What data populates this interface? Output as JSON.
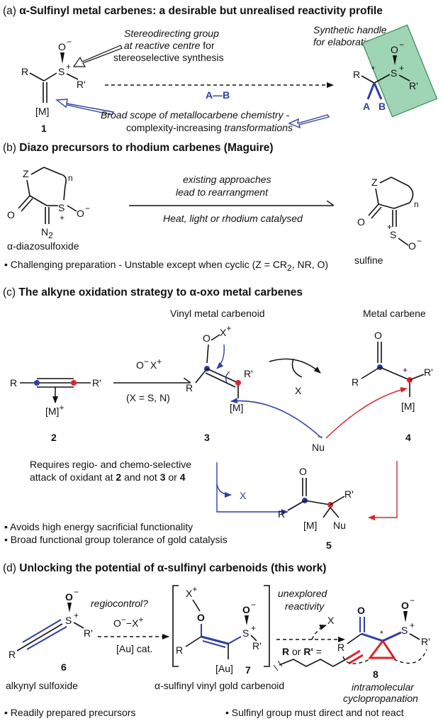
{
  "section_a": {
    "heading_prefix": "(a) ",
    "heading_bold": "α-Sulfinyl metal carbenes: a desirable but unrealised reactivity profile",
    "note1_line1": "Stereodirecting group",
    "note1_line2_it": "at reactive centre",
    "note1_line2_rest": " for",
    "note1_line3": "stereoselective synthesis",
    "note2_line1": "Synthetic handle",
    "note2_line2": "for elaboration",
    "note3_line1": "Broad scope of metallocarbene chemistry -",
    "note3_line2_a": "complexity-increasing ",
    "note3_line2_b": "transformations",
    "ab_label": "A—B",
    "compound": "1",
    "atoms": {
      "R": "R",
      "S": "S",
      "plus": "+",
      "O": "O",
      "minus": "−",
      "Rp": "R'",
      "M": "[M]",
      "A": "A",
      "B": "B",
      "star": "*"
    }
  },
  "section_b": {
    "heading_prefix": "(b) ",
    "heading_bold": "Diazo precursors to rhodium carbenes (Maguire)",
    "arrow_top1": "existing approaches",
    "arrow_top2": "lead to rearrangment",
    "arrow_bottom": "Heat, light or rhodium catalysed",
    "left_name": "α-diazosulfoxide",
    "right_name": "sulfine",
    "bullet": "• Challenging preparation - Unstable except when cyclic (Z = CR",
    "bullet_sub": "2",
    "bullet_tail": ", NR, O)",
    "atoms": {
      "Z": "Z",
      "n": "n",
      "O": "O",
      "S": "S",
      "N2": "N",
      "N2sub": "2"
    }
  },
  "section_c": {
    "heading_prefix": "(c) ",
    "heading_bold": "The alkyne oxidation strategy to α-oxo metal carbenes",
    "label_vinyl": "Vinyl metal carbenoid",
    "label_carbene": "Metal carbene",
    "oxidant": "O",
    "oxidant_x": "X",
    "conditions": "(X = S, N)",
    "x_loss": "X",
    "nu": "Nu",
    "requires1": "Requires regio- and chemo-selective",
    "requires2_a": "attack of oxidant at ",
    "requires2_b": "2",
    "requires2_c": " and not ",
    "requires2_d": "3",
    "requires2_e": " or ",
    "requires2_f": "4",
    "x_blue": "X",
    "bullet1": "• Avoids high energy sacrificial functionality",
    "bullet2": "• Broad functional group tolerance of gold catalysis",
    "compounds": [
      "2",
      "3",
      "4",
      "5"
    ]
  },
  "section_d": {
    "heading_prefix": "(d) ",
    "heading_bold": "Unlocking the potential of α-sulfinyl carbenoids (this work)",
    "regiocontrol": "regiocontrol?",
    "catalyst": "[Au] cat.",
    "unexplored1": "unexplored",
    "unexplored2": "reactivity",
    "r_or": "R",
    "r_or_mid": " or ",
    "r_or_b": "R'",
    "r_or_eq": " =",
    "au": "[Au]",
    "compounds": [
      "6",
      "7",
      "8"
    ],
    "name6": "alkynyl sulfoxide",
    "name7": "α-sulfinyl vinyl gold carbenoid",
    "name8_1": "intramolecular",
    "name8_2": "cyclopropanation",
    "bullet1": "• Readily prepared precursors",
    "bullet2": "• Sulfinyl group must direct and not react"
  },
  "colors": {
    "blue": "#2f3fa0",
    "red": "#d8262c",
    "green_box": "#9fd4b4",
    "green_border": "#3a8a5a"
  }
}
